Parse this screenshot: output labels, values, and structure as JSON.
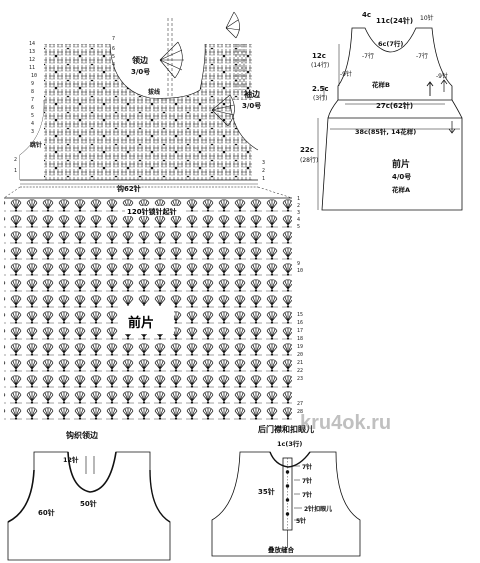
{
  "yoke": {
    "neck_edge": "领边",
    "neck_hook": "3/0号",
    "armhole_edge": "袖边",
    "armhole_hook": "3/0号",
    "dec_label_top": "拔线",
    "dec_label_left": "跳针",
    "chain_label": "钩62针",
    "left_row_numbers": [
      "14",
      "13",
      "12",
      "11",
      "10",
      "9",
      "8",
      "7",
      "6",
      "5",
      "4",
      "3",
      "2",
      "1"
    ],
    "right_row_numbers_top": [
      "7",
      "6",
      "5",
      "4"
    ],
    "right_row_numbers_bottom": [
      "3",
      "2",
      "1"
    ]
  },
  "main": {
    "foundation_label": "120针锁针起针",
    "title": "前片",
    "row_numbers": [
      "1",
      "2",
      "3",
      "4",
      "5",
      "9",
      "10",
      "15",
      "16",
      "17",
      "18",
      "19",
      "20",
      "21",
      "22",
      "23",
      "27",
      "28"
    ]
  },
  "schematic_front": {
    "top_width": "4c",
    "neck_width": "11c(24针)",
    "side_top": "10针",
    "shoulder_height": "12c",
    "shoulder_rows": "(14行)",
    "neck_depth": "6c(7行)",
    "arm_left_rows": "-7行",
    "arm_right_rows": "-7行",
    "sts_left": "-9针",
    "sts_right": "-9针",
    "pattern_b": "花样B",
    "arm_depth": "2.5c",
    "arm_depth_rows": "(3行)",
    "chest": "27c(62针)",
    "body_height": "22c",
    "body_rows": "(28行)",
    "bottom_width": "38c(85针, 14花样)",
    "panel_title": "前片",
    "panel_hook": "4/0号",
    "pattern_a": "花样A"
  },
  "bottom_left": {
    "title": "钩织领边",
    "sts_neck": "12针",
    "sts_front": "50针",
    "sts_arm": "60针"
  },
  "bottom_right": {
    "title": "后门襟和扣眼儿",
    "top_measure": "1c(3行)",
    "placket_sts": "35针",
    "rows_a": "7针",
    "rows_b": "7针",
    "rows_c": "7针",
    "buttonhole": "2针扣眼儿",
    "rows_d": "5针",
    "seam_label": "叠放缝合"
  },
  "watermark": "kru4ok.ru"
}
